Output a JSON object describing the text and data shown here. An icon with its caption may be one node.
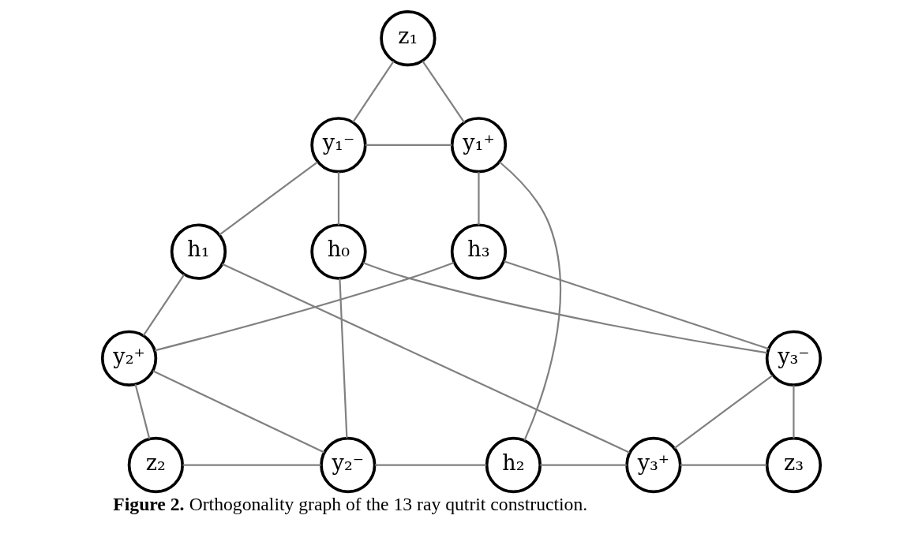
{
  "diagram": {
    "caption": "**Figure 2.** Orthogonality graph of the 13 ray qutrit construction.",
    "nodes": [
      {
        "text": [
          "z₁"
        ]
      },
      {
        "text": [
          "y₁⁻"
        ]
      },
      {
        "text": [
          "y₁⁺"
        ]
      },
      {
        "text": [
          "h₁"
        ]
      },
      {
        "text": [
          "h₃"
        ]
      },
      {
        "text": [
          "h₀"
        ]
      },
      {
        "text": [
          "y₂⁺"
        ]
      },
      {
        "text": [
          "y₃⁻"
        ]
      },
      {
        "text": [
          "z₂"
        ]
      },
      {
        "text": [
          "y₂⁻"
        ]
      },
      {
        "text": [
          "h₂"
        ]
      },
      {
        "text": [
          "y₃⁺"
        ]
      },
      {
        "text": [
          "z₃"
        ]
      }
    ],
    "edges": [
      {
        "from": 0,
        "to": 1,
        "arrow": "none"
      },
      {
        "from": 0,
        "to": 2,
        "arrow": "none"
      },
      {
        "from": 1,
        "to": 2,
        "arrow": "none"
      },
      {
        "from": 1,
        "to": 3,
        "arrow": "none"
      },
      {
        "from": 1,
        "to": 5,
        "arrow": "none"
      },
      {
        "from": 2,
        "to": 4,
        "arrow": "none"
      },
      {
        "from": 2,
        "to": 10,
        "arrow": "none"
      },
      {
        "from": 3,
        "to": 6,
        "arrow": "none"
      },
      {
        "from": 3,
        "to": 11,
        "arrow": "none"
      },
      {
        "from": 4,
        "to": 6,
        "arrow": "none"
      },
      {
        "from": 4,
        "to": 7,
        "arrow": "none"
      },
      {
        "from": 5,
        "to": 7,
        "arrow": "none"
      },
      {
        "from": 5,
        "to": 9,
        "arrow": "none"
      },
      {
        "from": 6,
        "to": 8,
        "arrow": "none"
      },
      {
        "from": 6,
        "to": 9,
        "arrow": "none"
      },
      {
        "from": 7,
        "to": 11,
        "arrow": "none"
      },
      {
        "from": 7,
        "to": 12,
        "arrow": "none"
      },
      {
        "from": 8,
        "to": 9,
        "arrow": "none"
      },
      {
        "from": 9,
        "to": 10,
        "arrow": "none"
      },
      {
        "from": 10,
        "to": 11,
        "arrow": "none"
      },
      {
        "from": 11,
        "to": 12,
        "arrow": "none"
      }
    ]
  }
}
